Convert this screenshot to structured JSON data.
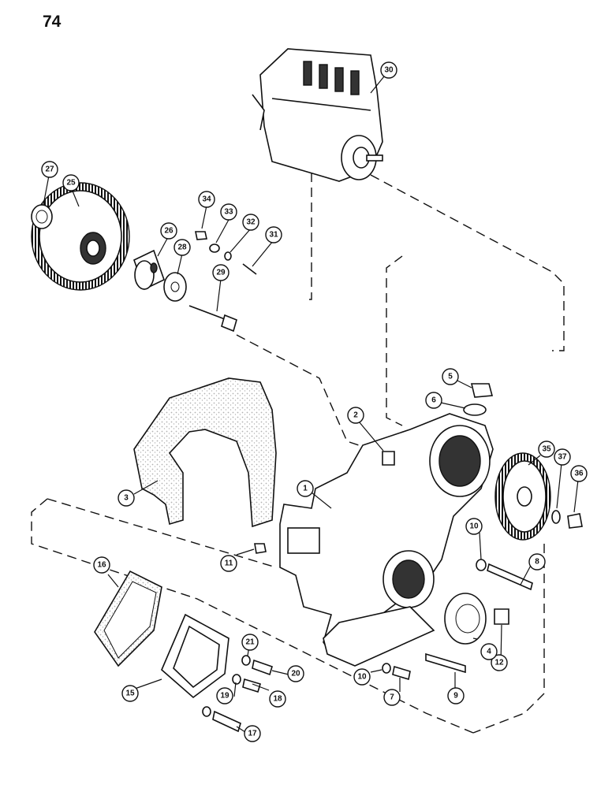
{
  "page": {
    "number": "74"
  },
  "callouts": {
    "c1": "1",
    "c2": "2",
    "c3": "3",
    "c4": "4",
    "c5": "5",
    "c6": "6",
    "c7": "7",
    "c8": "8",
    "c9": "9",
    "c10a": "10",
    "c10b": "10",
    "c11": "11",
    "c12": "12",
    "c15": "15",
    "c16": "16",
    "c17": "17",
    "c18": "18",
    "c19": "19",
    "c20": "20",
    "c21": "21",
    "c25": "25",
    "c26": "26",
    "c27": "27",
    "c28": "28",
    "c29": "29",
    "c30": "30",
    "c31": "31",
    "c32": "32",
    "c33": "33",
    "c34": "34",
    "c35": "35",
    "c36": "36",
    "c37": "37"
  }
}
